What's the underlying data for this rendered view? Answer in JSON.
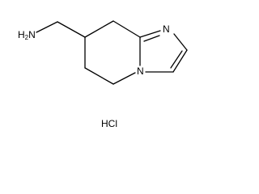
{
  "molecule": {
    "amine_label": "H",
    "amine_subscript": "2",
    "amine_atom": "N",
    "ring_nitrogen_top": "N",
    "ring_nitrogen_bridge": "N",
    "salt_label": "HCl"
  },
  "colors": {
    "ink": "#000000",
    "background": "#ffffff"
  }
}
